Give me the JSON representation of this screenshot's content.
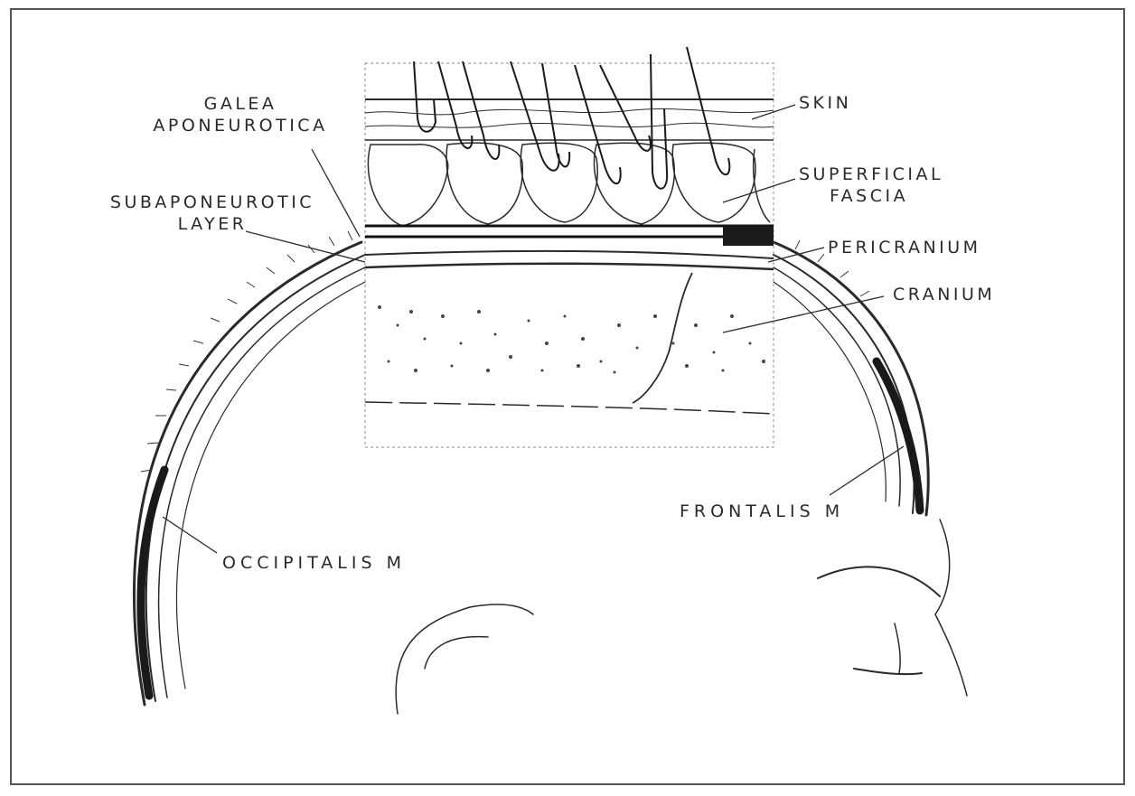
{
  "diagram": {
    "labels": {
      "galea_line1": "GALEA",
      "galea_line2": "APONEUROTICA",
      "subap_line1": "SUBAPONEUROTIC",
      "subap_line2": "LAYER",
      "skin": "SKIN",
      "superficial_line1": "SUPERFICIAL",
      "superficial_line2": "FASCIA",
      "pericranium": "PERICRANIUM",
      "cranium": "CRANIUM",
      "frontalis": "FRONTALIS M",
      "occipitalis": "OCCIPITALIS M"
    },
    "colors": {
      "ink": "#2a2a2a",
      "background": "#ffffff",
      "border": "#555555"
    }
  }
}
